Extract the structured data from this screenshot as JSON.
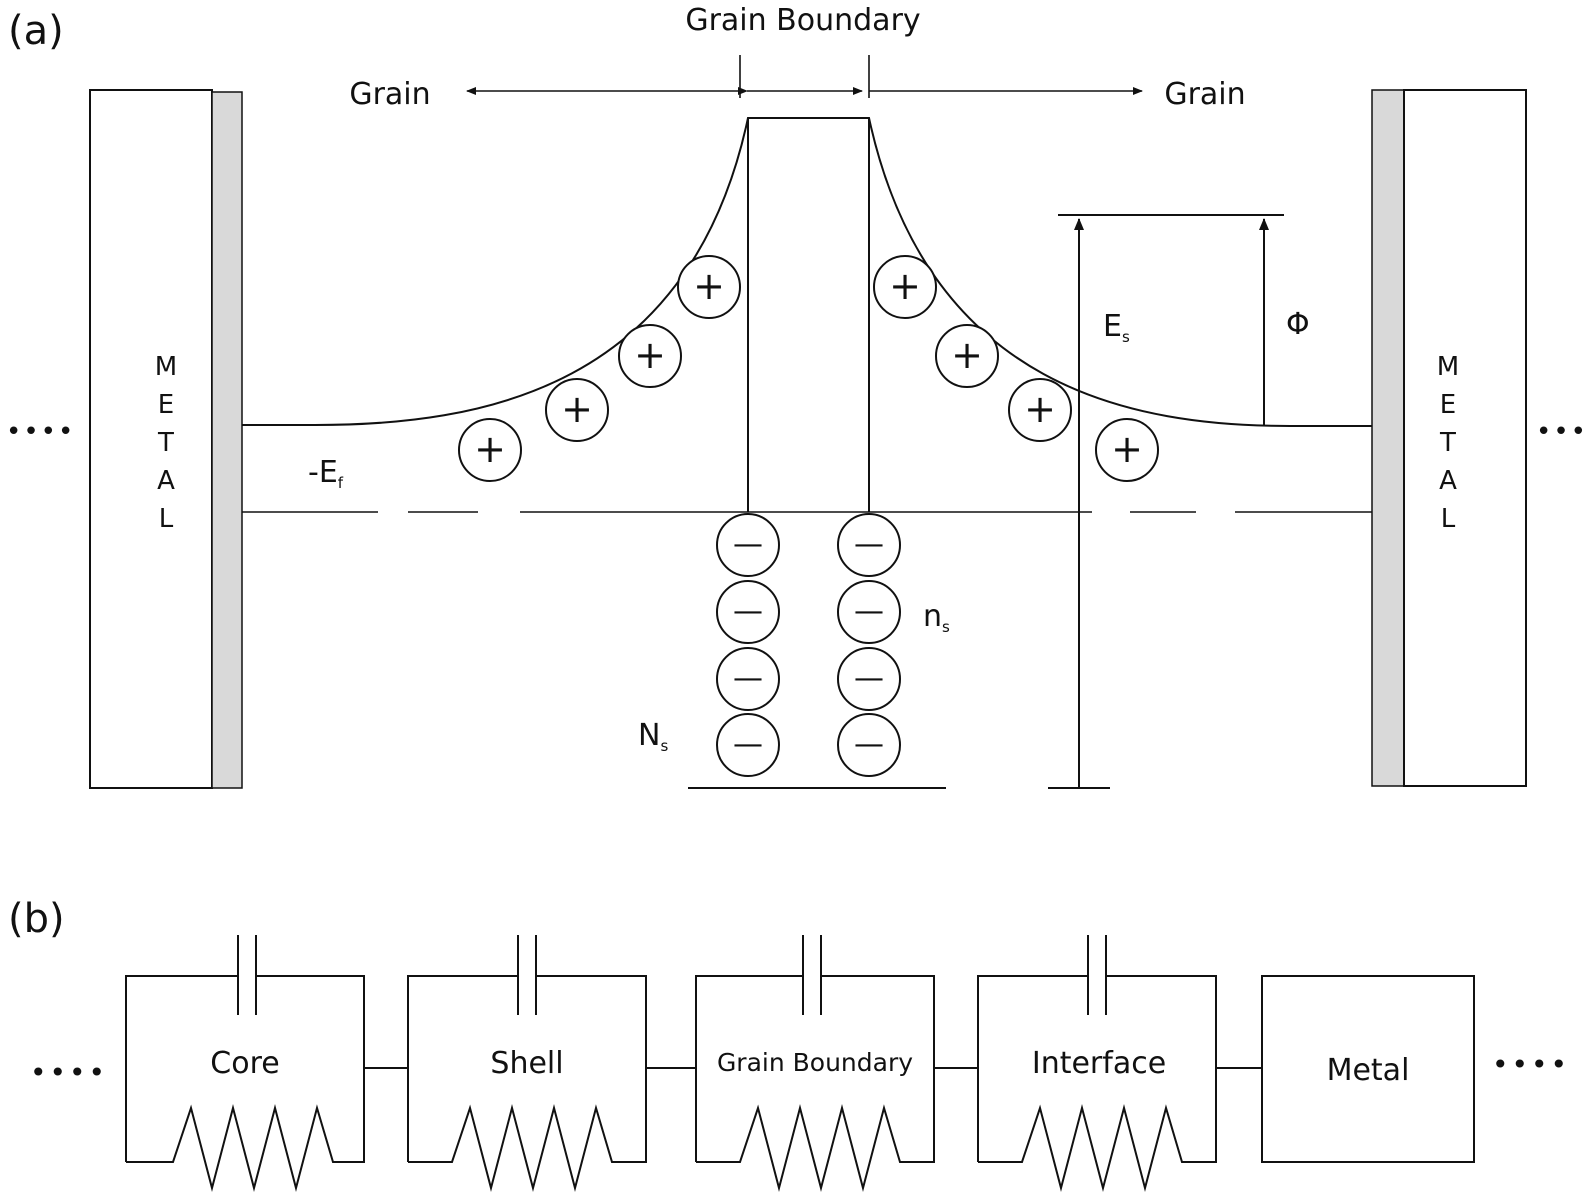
{
  "panel_a": {
    "tag": "(a)",
    "grain_boundary": "Grain Boundary",
    "grain_left": "Grain",
    "grain_right": "Grain",
    "metal_left": [
      "M",
      "E",
      "T",
      "A",
      "L"
    ],
    "metal_right": [
      "M",
      "E",
      "T",
      "A",
      "L"
    ],
    "ef_label": "-E",
    "ef_sub": "f",
    "es_label": "E",
    "es_sub": "s",
    "phi_label": "Φ",
    "ns_small": "n",
    "ns_small_sub": "s",
    "ns_big": "N",
    "ns_big_sub": "s",
    "plus": "+",
    "minus": "—",
    "dots_left": "••••",
    "dots_right": "•••"
  },
  "panel_b": {
    "tag": "(b)",
    "blocks": [
      "Core",
      "Shell",
      "Grain Boundary",
      "Interface",
      "Metal"
    ],
    "dots_left": "••••",
    "dots_right": "••••"
  }
}
